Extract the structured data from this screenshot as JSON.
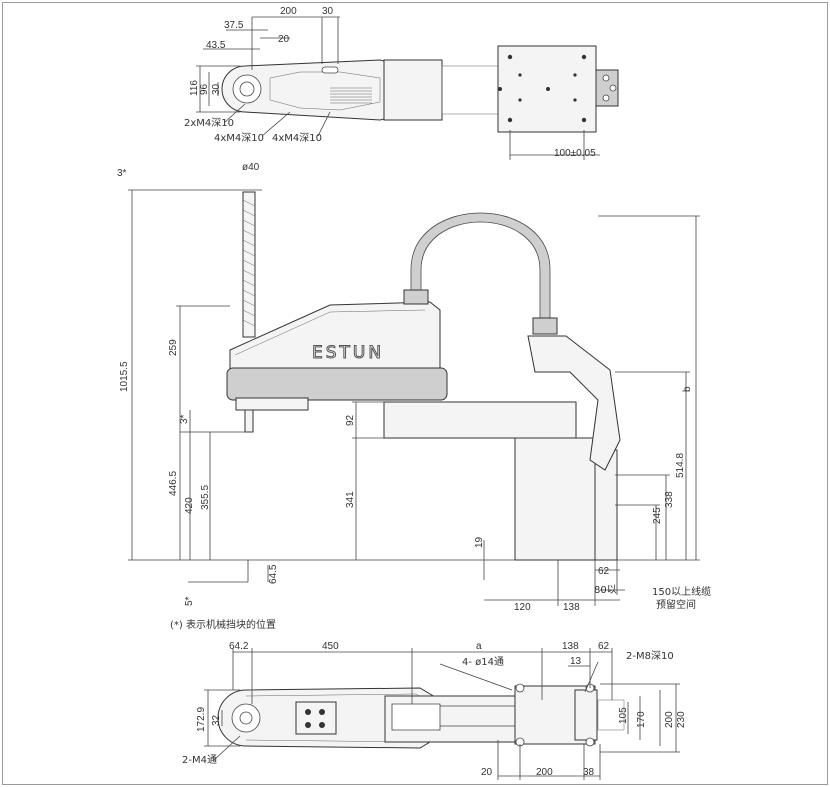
{
  "brand": {
    "logo_text": "ESTUN"
  },
  "top_view": {
    "dims": {
      "d200": "200",
      "d30": "30",
      "d37_5": "37.5",
      "d20": "20",
      "d43_5": "43.5",
      "d116": "116",
      "d96": "96",
      "d30v": "30",
      "d100": "100±0.05"
    },
    "notes": {
      "m4_2": "2xM4深10",
      "m4_4a": "4xM4深10",
      "m4_4b": "4xM4深10"
    }
  },
  "side_view": {
    "dims": {
      "d3top": "3*",
      "phi40": "ø40",
      "d1015_5": "1015.5",
      "d259": "259",
      "d3mid": "3*",
      "d446_5": "446.5",
      "d420": "420",
      "d355_5": "355.5",
      "d92": "92",
      "d341": "341",
      "d19": "19",
      "d5": "5*",
      "d64_5": "64.5",
      "d120": "120",
      "d138": "138",
      "d62": "62",
      "d80": "80以",
      "d245": "245",
      "d338": "338",
      "d514_8": "514.8",
      "b": "b"
    },
    "notes": {
      "cable_line1": "150以上线缆",
      "cable_line2": "预留空间",
      "stopper_note": "(*) 表示机械挡块的位置"
    }
  },
  "bottom_view": {
    "dims": {
      "d64_2": "64.2",
      "d450": "450",
      "a": "a",
      "d138": "138",
      "d62": "62",
      "d13": "13",
      "phi14": "4- ø14通",
      "m8": "2-M8深10",
      "d172_9": "172.9",
      "d32": "32",
      "m4": "2-M4通",
      "d105": "105",
      "d170": "170",
      "d200": "200",
      "d230": "230",
      "d20": "20",
      "d200h": "200",
      "d38": "38"
    }
  }
}
